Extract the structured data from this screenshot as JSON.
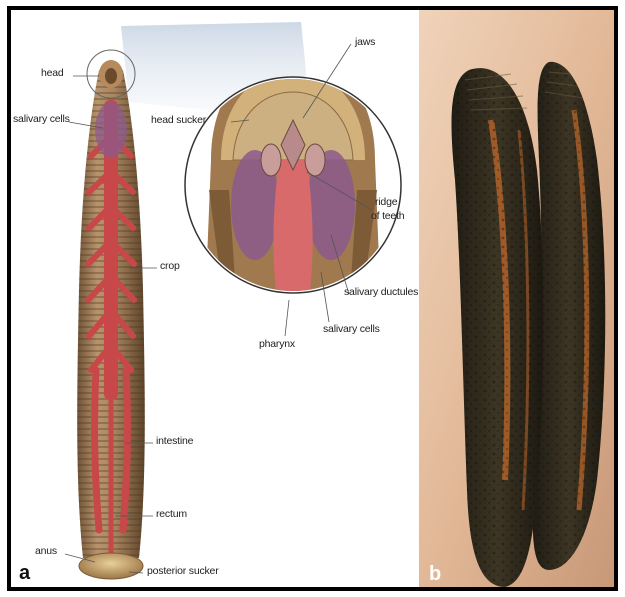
{
  "figure": {
    "panel_a": {
      "letter": "a",
      "labels": {
        "head": "head",
        "salivary_cells_left": "salivary cells",
        "crop": "crop",
        "intestine": "intestine",
        "rectum": "rectum",
        "anus": "anus",
        "posterior_sucker": "posterior sucker",
        "jaws": "jaws",
        "head_sucker": "head sucker",
        "ridge": "ridge",
        "of_teeth": "of teeth",
        "salivary_ductules": "salivary ductules",
        "salivary_cells_right": "salivary cells",
        "pharynx": "pharynx"
      }
    },
    "panel_b": {
      "letter": "b"
    },
    "colors": {
      "body_tan": "#a07f5c",
      "gut_red": "#c8484a",
      "salivary_purple": "#8c5a8c",
      "leech_dark": "#2f2a1e",
      "leech_orange": "#b0632a",
      "skin_bg": "#e8c6aa"
    }
  }
}
